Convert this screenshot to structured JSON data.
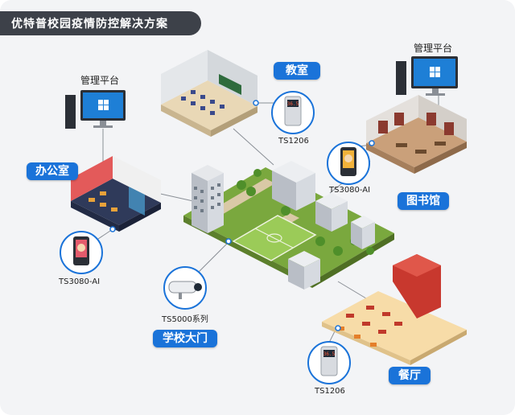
{
  "title": "优特普校园疫情防控解决方案",
  "zones": {
    "classroom": "教室",
    "office": "办公室",
    "library": "图书馆",
    "gate": "学校大门",
    "canteen": "餐厅"
  },
  "platforms": {
    "office_platform": "管理平台",
    "library_platform": "管理平台"
  },
  "devices": {
    "classroom_device": "TS1206",
    "library_device": "TS3080-AI",
    "office_device": "TS3080-AI",
    "gate_device": "TS5000系列",
    "canteen_device": "TS1206"
  },
  "device_screens": {
    "ts1206_reading": "36.5"
  },
  "colors": {
    "accent": "#1a73d9",
    "banner": "#3d4149",
    "grass": "#8fbf4a"
  }
}
